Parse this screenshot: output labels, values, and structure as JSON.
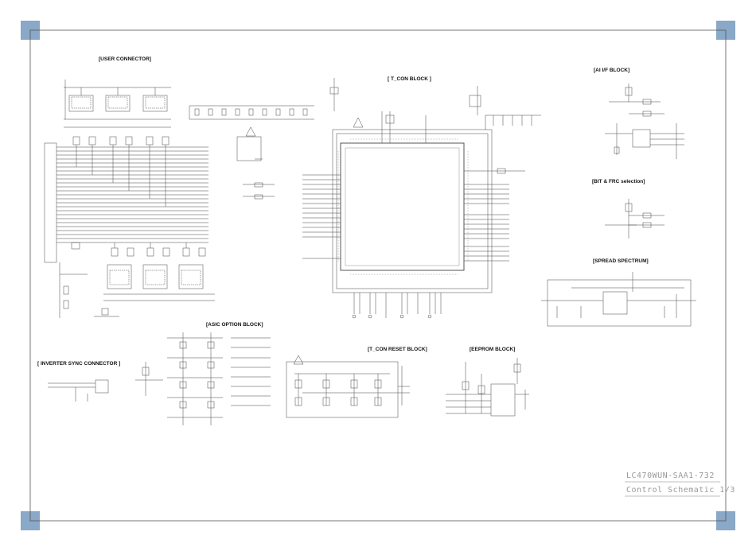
{
  "sheet": {
    "title_block": {
      "model": "LC470WUN-SAA1-732",
      "subtitle": "Control Schematic 1/3"
    }
  },
  "blocks": {
    "user_connector": "[USER CONNECTOR]",
    "t_con": "[ T_CON  BLOCK ]",
    "ai_if": "[AI I/F BLOCK]",
    "bit_frc": "[BIT & FRC selection]",
    "spread_spectrum": "[SPREAD SPECTRUM]",
    "asic_option": "[ASIC OPTION BLOCK]",
    "inverter_sync": "[ INVERTER SYNC CONNECTOR ]",
    "t_con_reset": "[T_CON RESET BLOCK]",
    "eeprom": "[EEPROM BLOCK]"
  },
  "colors": {
    "corner": "#8aa8c8",
    "wire": "#444444",
    "frame": "#555555"
  }
}
